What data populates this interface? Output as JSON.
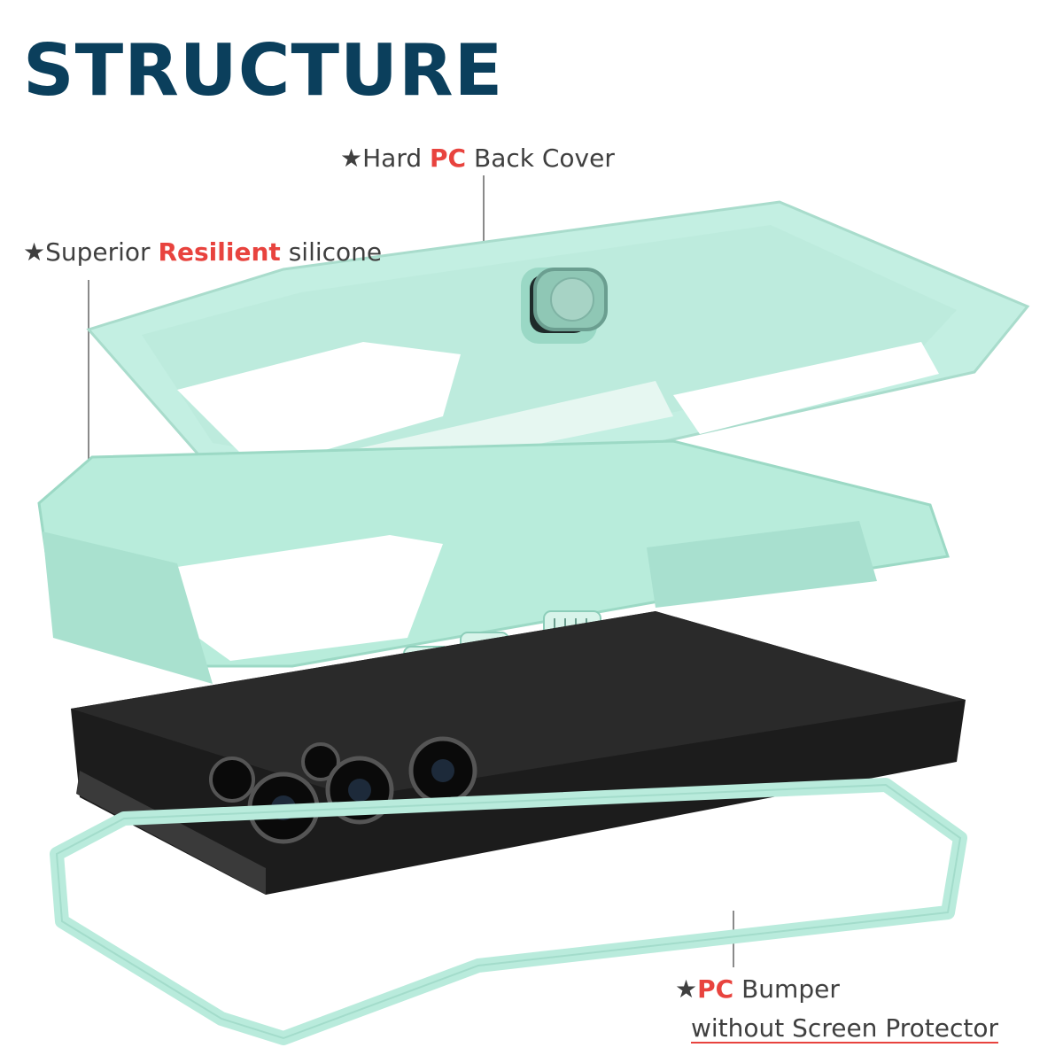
{
  "title": "STRUCTURE",
  "callouts": {
    "back_cover": {
      "star": "★",
      "pre": "Hard ",
      "highlight": "PC",
      "post": " Back Cover"
    },
    "silicone": {
      "star": "★",
      "pre": "Superior ",
      "highlight": "Resilient",
      "post": " silicone"
    },
    "bumper": {
      "star": "★",
      "highlight": "PC",
      "post": " Bumper",
      "line2": "without Screen Protector"
    }
  },
  "colors": {
    "title": "#0b3f5c",
    "highlight": "#e8433e",
    "mint": "#bdeee0",
    "phone": "#1a1a1a"
  }
}
